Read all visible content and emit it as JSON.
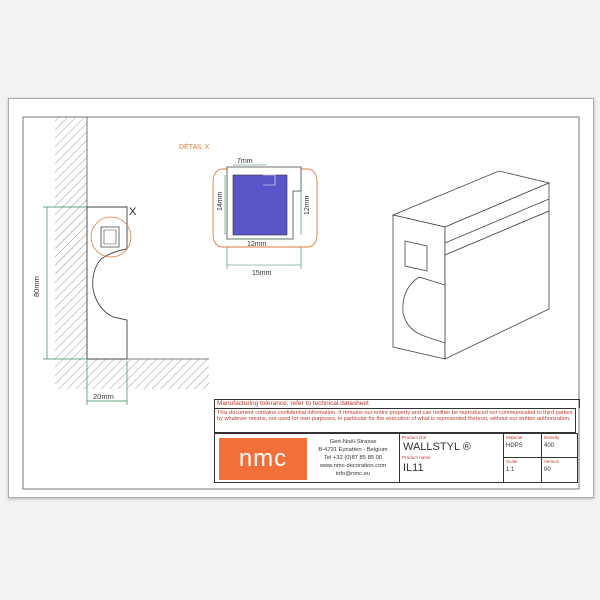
{
  "detail_title": "DÉTAIL X",
  "marker_x": "X",
  "dimensions": {
    "height_80": "80mm",
    "width_20": "20mm",
    "d7": "7mm",
    "d14": "14mm",
    "d12_right": "12mm",
    "d12_bottom": "12mm",
    "d15": "15mm"
  },
  "title_block": {
    "tolerance_note": "Manufacturing tolerance: refer to technical datasheet",
    "confidential_note": "This document contains confidential information. It remains our entire property and can neither be reproduced nor communicated to third parties by whatever means, nor used for own purposes, in particular for the execution of what is represented thereon, without our written authorization.",
    "logo": "nmc",
    "address": [
      "Gert-Noël-Strasse",
      "B-4731 Eynatten - Belgium",
      "Tel +32 (0)87 85 85 00",
      "www.nmc-decoration.com",
      "info@nmc.eu"
    ],
    "product_line_label": "Product line",
    "product_line": "WALLSTYL ®",
    "product_name_label": "Product name",
    "product_name": "IL11",
    "material_label": "Material",
    "material": "HDPS",
    "density_label": "Density",
    "density": "400",
    "scale_label": "Scale",
    "scale": "1:1",
    "version_label": "Version",
    "version": "00"
  },
  "colors": {
    "accent": "#f26f3a",
    "dimension": "#2e8b57",
    "detail_circle": "#e07a3a",
    "led": "#5a55c8"
  }
}
